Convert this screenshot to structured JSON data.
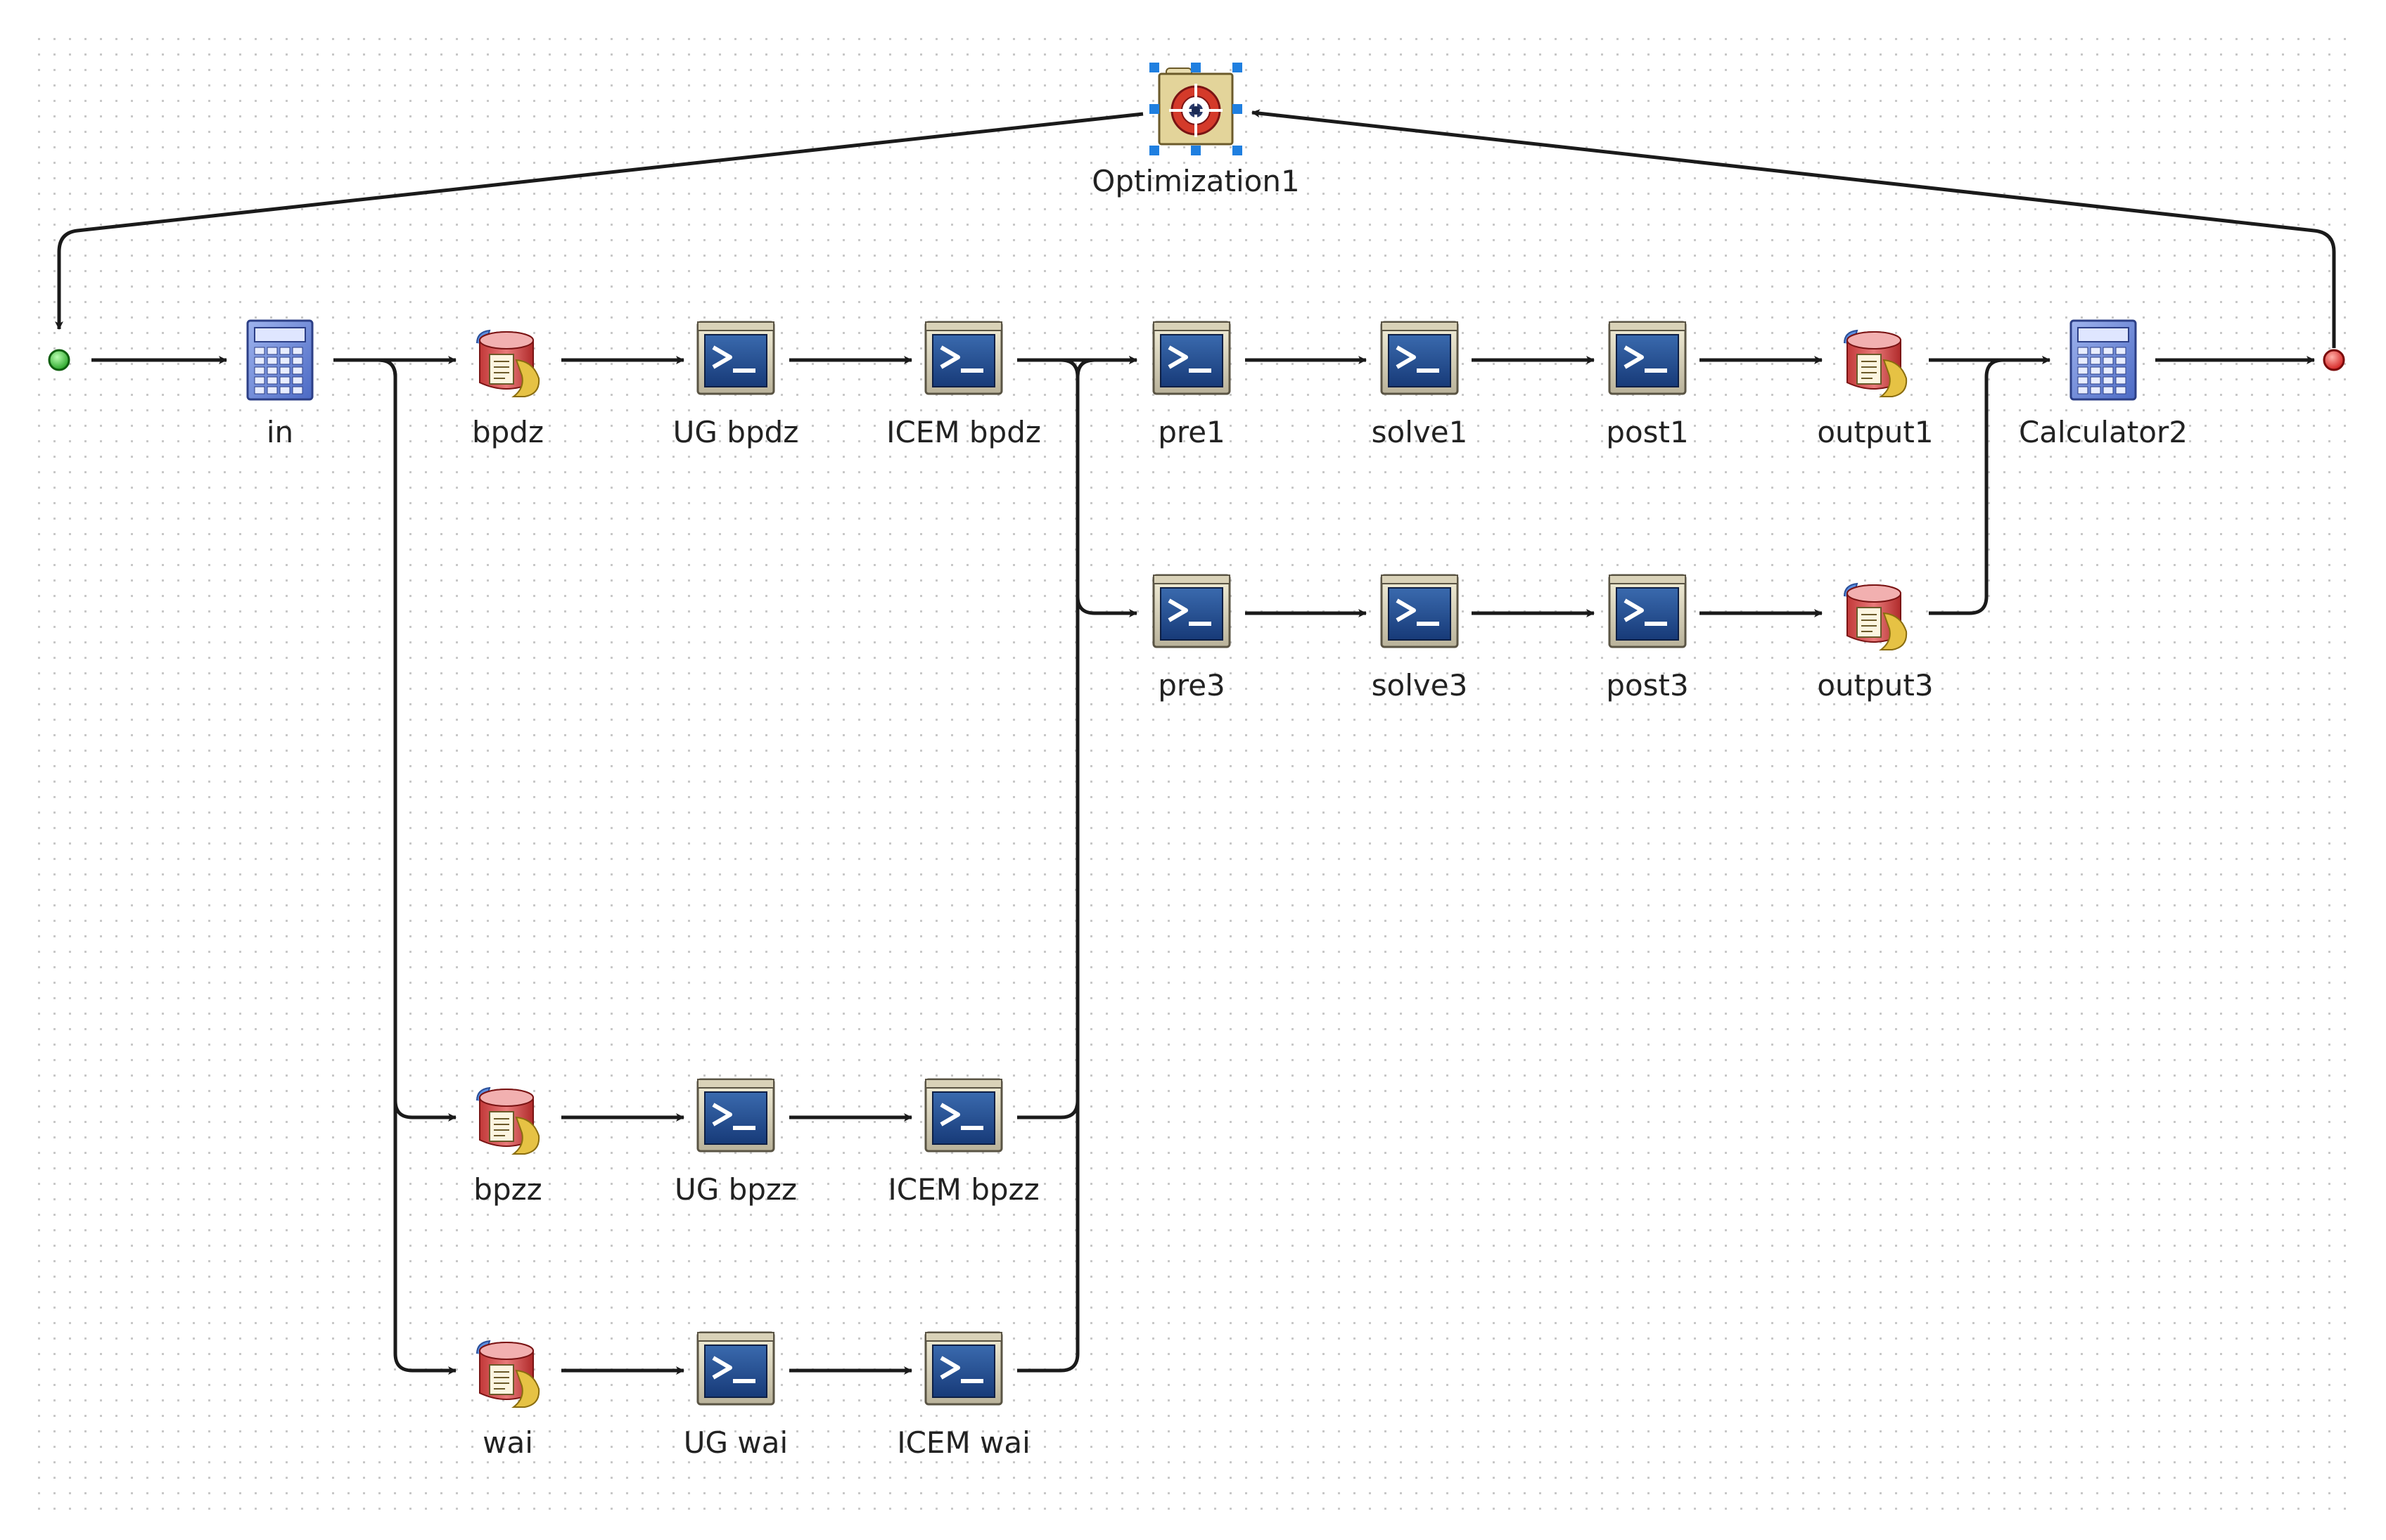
{
  "colors": {
    "edge": "#1a1a1a",
    "grid_dot": "#c8c8c8",
    "start": "#2fbf2f",
    "end": "#e02020",
    "selection": "#1f7fe0"
  },
  "nodes": [
    {
      "id": "optimization1",
      "label": "Optimization1",
      "icon": "optimization-icon",
      "selected": true
    },
    {
      "id": "start",
      "label": "",
      "icon": "start-point-icon"
    },
    {
      "id": "in",
      "label": "in",
      "icon": "calculator-icon"
    },
    {
      "id": "bpdz",
      "label": "bpdz",
      "icon": "database-script-icon"
    },
    {
      "id": "ug_bpdz",
      "label": "UG bpdz",
      "icon": "terminal-icon"
    },
    {
      "id": "icem_bpdz",
      "label": "ICEM bpdz",
      "icon": "terminal-icon"
    },
    {
      "id": "pre1",
      "label": "pre1",
      "icon": "terminal-icon"
    },
    {
      "id": "solve1",
      "label": "solve1",
      "icon": "terminal-icon"
    },
    {
      "id": "post1",
      "label": "post1",
      "icon": "terminal-icon"
    },
    {
      "id": "output1",
      "label": "output1",
      "icon": "database-script-icon"
    },
    {
      "id": "calculator2",
      "label": "Calculator2",
      "icon": "calculator-icon"
    },
    {
      "id": "end",
      "label": "",
      "icon": "end-point-icon"
    },
    {
      "id": "pre3",
      "label": "pre3",
      "icon": "terminal-icon"
    },
    {
      "id": "solve3",
      "label": "solve3",
      "icon": "terminal-icon"
    },
    {
      "id": "post3",
      "label": "post3",
      "icon": "terminal-icon"
    },
    {
      "id": "output3",
      "label": "output3",
      "icon": "database-script-icon"
    },
    {
      "id": "bpzz",
      "label": "bpzz",
      "icon": "database-script-icon"
    },
    {
      "id": "ug_bpzz",
      "label": "UG bpzz",
      "icon": "terminal-icon"
    },
    {
      "id": "icem_bpzz",
      "label": "ICEM bpzz",
      "icon": "terminal-icon"
    },
    {
      "id": "wai",
      "label": "wai",
      "icon": "database-script-icon"
    },
    {
      "id": "ug_wai",
      "label": "UG wai",
      "icon": "terminal-icon"
    },
    {
      "id": "icem_wai",
      "label": "ICEM wai",
      "icon": "terminal-icon"
    }
  ],
  "edges": [
    {
      "from": "optimization1",
      "to": "start"
    },
    {
      "from": "end",
      "to": "optimization1"
    },
    {
      "from": "start",
      "to": "in"
    },
    {
      "from": "in",
      "to": "bpdz"
    },
    {
      "from": "in",
      "to": "bpzz"
    },
    {
      "from": "in",
      "to": "wai"
    },
    {
      "from": "bpdz",
      "to": "ug_bpdz"
    },
    {
      "from": "ug_bpdz",
      "to": "icem_bpdz"
    },
    {
      "from": "icem_bpdz",
      "to": "pre1"
    },
    {
      "from": "icem_bpdz",
      "to": "pre3"
    },
    {
      "from": "icem_bpzz",
      "to": "pre1"
    },
    {
      "from": "icem_wai",
      "to": "pre1"
    },
    {
      "from": "pre1",
      "to": "solve1"
    },
    {
      "from": "solve1",
      "to": "post1"
    },
    {
      "from": "post1",
      "to": "output1"
    },
    {
      "from": "output1",
      "to": "calculator2"
    },
    {
      "from": "output3",
      "to": "calculator2"
    },
    {
      "from": "calculator2",
      "to": "end"
    },
    {
      "from": "pre3",
      "to": "solve3"
    },
    {
      "from": "solve3",
      "to": "post3"
    },
    {
      "from": "post3",
      "to": "output3"
    },
    {
      "from": "bpzz",
      "to": "ug_bpzz"
    },
    {
      "from": "ug_bpzz",
      "to": "icem_bpzz"
    },
    {
      "from": "wai",
      "to": "ug_wai"
    },
    {
      "from": "ug_wai",
      "to": "icem_wai"
    }
  ]
}
